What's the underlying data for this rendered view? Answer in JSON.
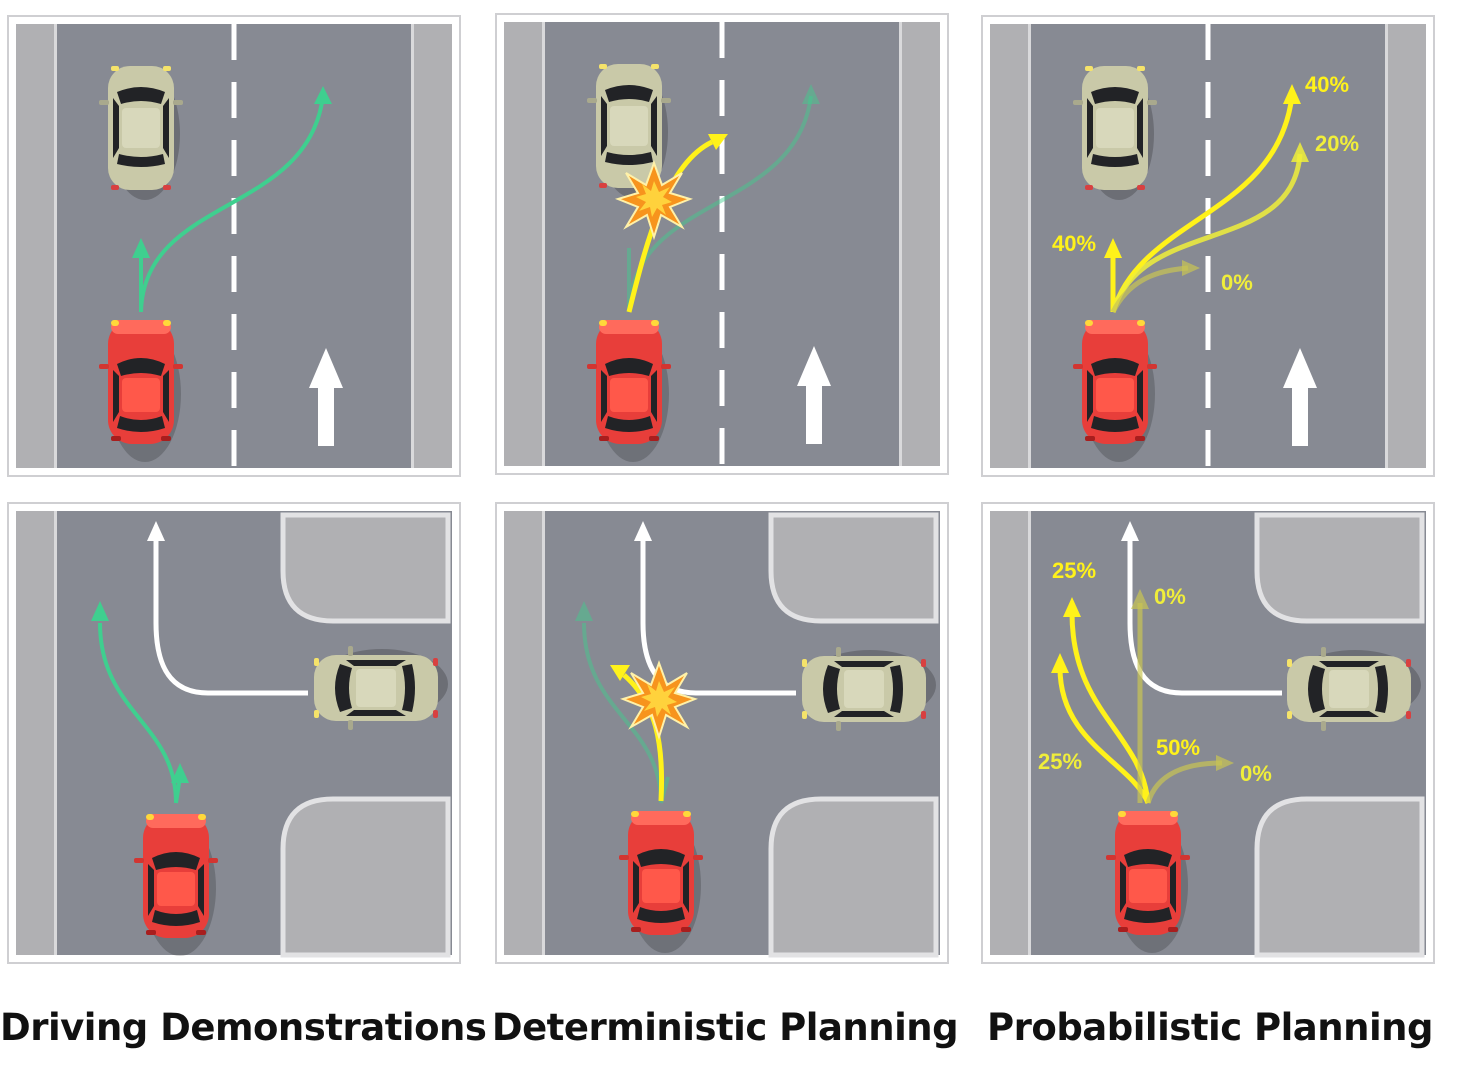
{
  "columns": [
    {
      "title": "Driving Demonstrations"
    },
    {
      "title": "Deterministic Planning"
    },
    {
      "title": "Probabilistic Planning"
    }
  ],
  "probabilistic": {
    "road": {
      "p_straight_left": "40%",
      "p_change_lane": "40%",
      "p_change_lane_wide": "20%",
      "p_right": "0%"
    },
    "intersection": {
      "p_left_a": "25%",
      "p_left_b": "25%",
      "p_straight": "0%",
      "p_right_turn": "50%",
      "p_right": "0%"
    }
  },
  "colors": {
    "road": "#878a93",
    "shoulder": "#b0b0b3",
    "ego_car": "#e83e3a",
    "other_car": "#c9c9a8",
    "demo_path": "#3fcf8f",
    "planned_path": "#fff21a",
    "crash": "#f7941d"
  }
}
